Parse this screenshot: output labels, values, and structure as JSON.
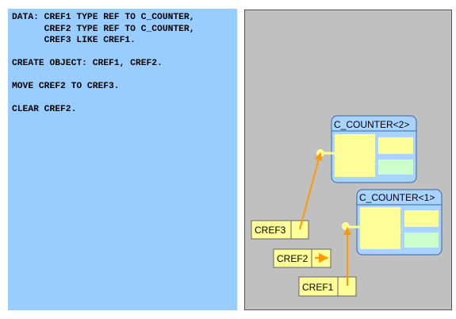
{
  "code": {
    "lines": [
      "DATA: CREF1 TYPE REF TO C_COUNTER,",
      "      CREF2 TYPE REF TO C_COUNTER,",
      "      CREF3 LIKE CREF1.",
      "",
      "CREATE OBJECT: CREF1, CREF2.",
      "",
      "MOVE CREF2 TO CREF3.",
      "",
      "CLEAR CREF2."
    ]
  },
  "diagram": {
    "objects": [
      {
        "label": "C_COUNTER<2>"
      },
      {
        "label": "C_COUNTER<1>"
      }
    ],
    "references": [
      {
        "label": "CREF3"
      },
      {
        "label": "CREF2"
      },
      {
        "label": "CREF1"
      }
    ]
  },
  "colors": {
    "code_background": "#99ccff",
    "diagram_background": "#c0c0c0",
    "object_fill": "#a8d4ff",
    "attribute_fill": "#ffff99",
    "method_fill": "#ccffcc",
    "reference_fill": "#ffff99",
    "arrow": "#ff9900"
  }
}
